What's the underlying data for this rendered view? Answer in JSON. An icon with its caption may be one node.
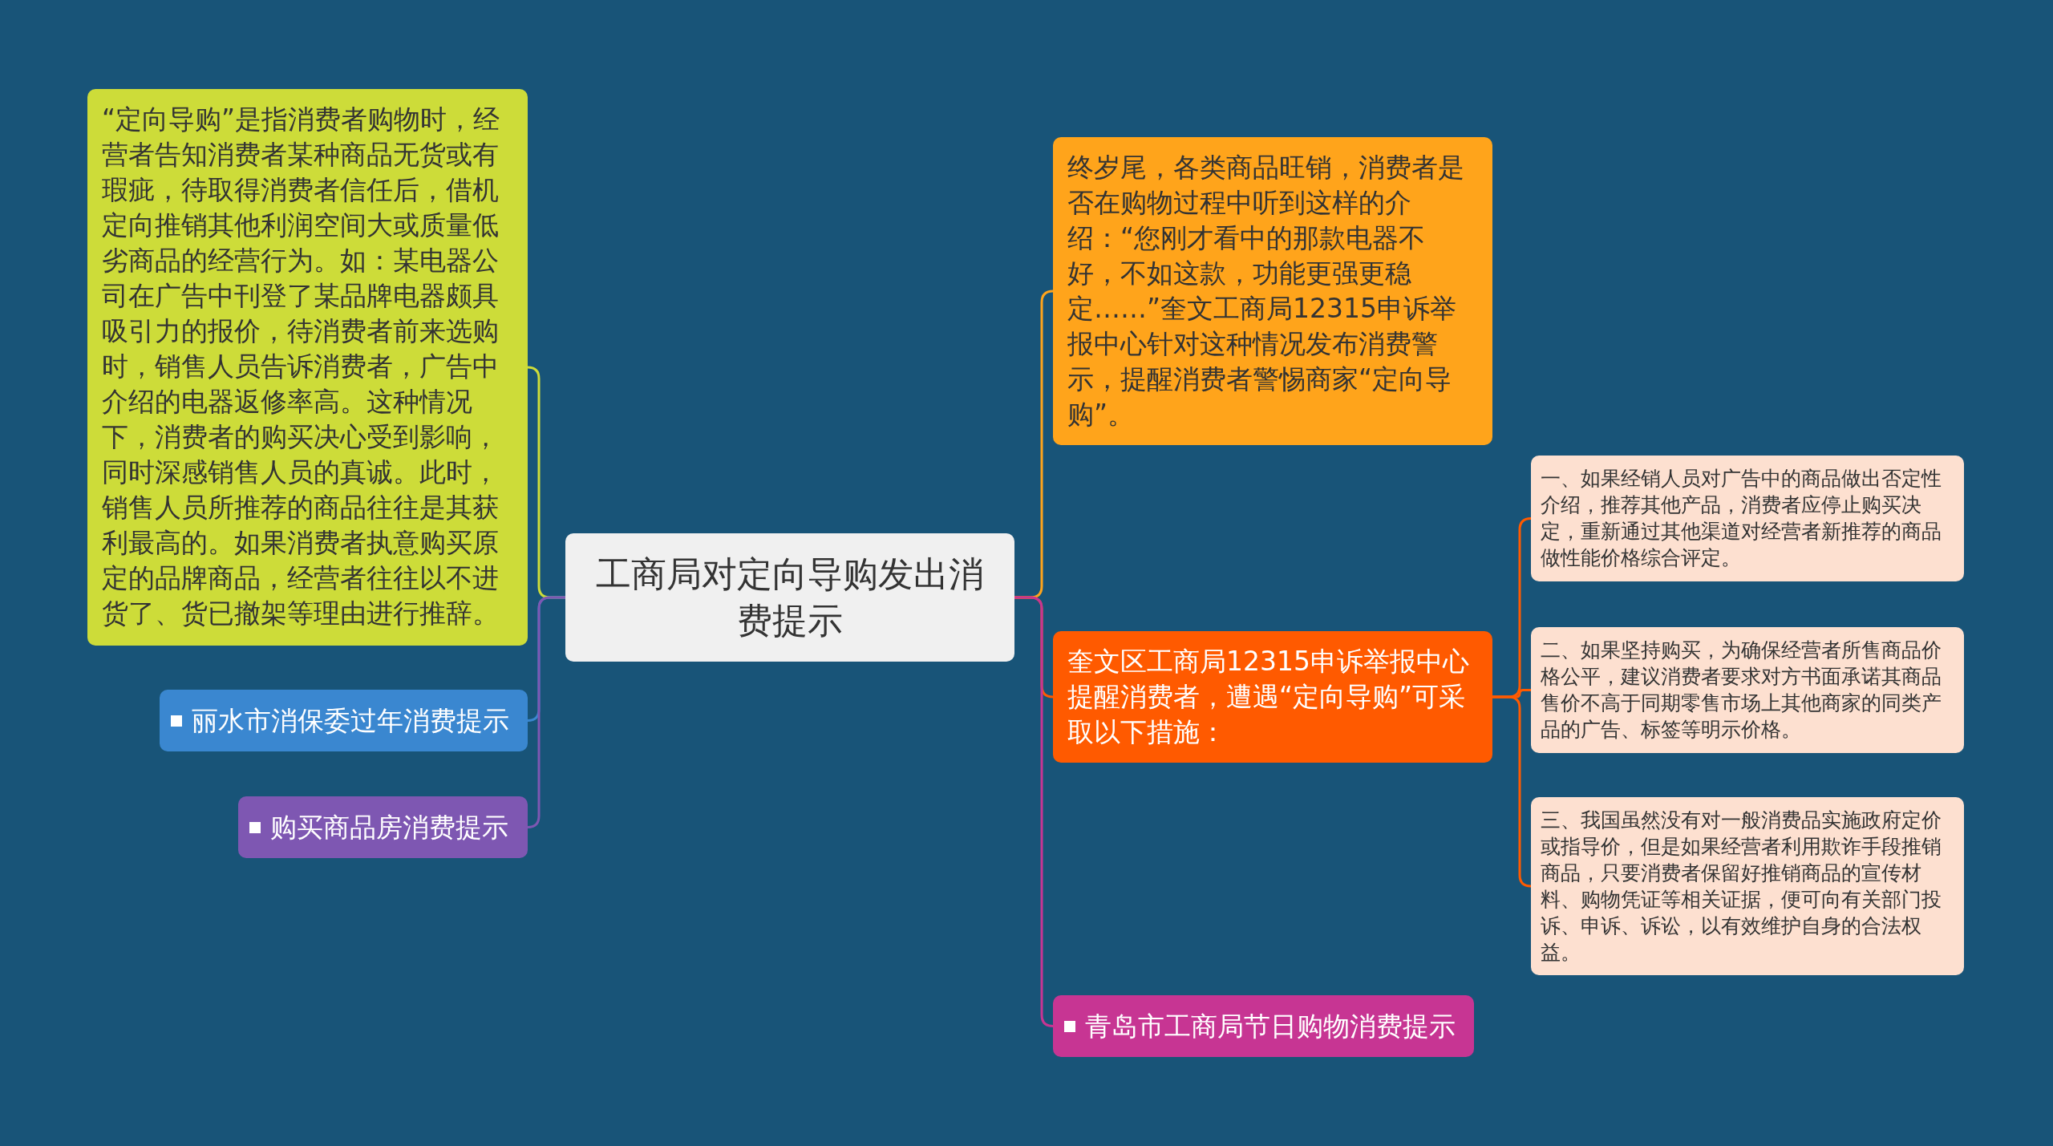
{
  "diagram": {
    "nodes": [
      {
        "text": [
          "工商局对定向导购发出消费提示"
        ]
      },
      {
        "text": [
          "“定向导购”是指消费者购物时，经营者告知消费者某种商品无货或有瑕疵，待取得消费者信任后，借机定向推销其他利润空间大或质量低劣商品的经营行为。如：某电器公司在广告中刊登了某品牌电器颇具吸引力的报价，待消费者前来选购时，销售人员告诉消费者，广告中介绍的电器返修率高。这种情况下，消费者的购买决心受到影响，同时深感销售人员的真诚。此时，销售人员所推荐的商品往往是其获利最高的。如果消费者执意购买原定的品牌商品，经营者往往以不进货了、货已撤架等理由进行推辞。"
        ]
      },
      {
        "text": [
          "丽水市消保委过年消费提示"
        ]
      },
      {
        "text": [
          "购买商品房消费提示"
        ]
      },
      {
        "text": [
          "终岁尾，各类商品旺销，消费者是否在购物过程中听到这样的介绍：“您刚才看中的那款电器不好，不如这款，功能更强更稳定……”奎文工商局12315申诉举报中心针对这种情况发布消费警示，提醒消费者警惕商家“定向导购”。"
        ]
      },
      {
        "text": [
          "奎文区工商局12315申诉举报中心提醒消费者，遭遇“定向导购”可采取以下措施："
        ]
      },
      {
        "text": [
          "一、如果经销人员对广告中的商品做出否定性介绍，推荐其他产品，消费者应停止购买决定，重新通过其他渠道对经营者新推荐的商品做性能价格综合评定。"
        ]
      },
      {
        "text": [
          "二、如果坚持购买，为确保经营者所售商品价格公平，建议消费者要求对方书面承诺其商品售价不高于同期零售市场上其他商家的同类产品的广告、标签等明示价格。"
        ]
      },
      {
        "text": [
          "三、我国虽然没有对一般消费品实施政府定价或指导价，但是如果经营者利用欺诈手段推销商品，只要消费者保留好推销商品的宣传材料、购物凭证等相关证据，便可向有关部门投诉、申诉、诉讼，以有效维护自身的合法权益。"
        ]
      },
      {
        "text": [
          "青岛市工商局节日购物消费提示"
        ]
      }
    ],
    "edges": [
      {
        "from": 0,
        "to": 1,
        "arrow": "none",
        "color": "#cddc39"
      },
      {
        "from": 0,
        "to": 2,
        "arrow": "none",
        "color": "#3a87d0"
      },
      {
        "from": 0,
        "to": 3,
        "arrow": "none",
        "color": "#7e57b2"
      },
      {
        "from": 0,
        "to": 4,
        "arrow": "none",
        "color": "#ffa41b"
      },
      {
        "from": 0,
        "to": 5,
        "arrow": "none",
        "color": "#ff5a00"
      },
      {
        "from": 0,
        "to": 9,
        "arrow": "none",
        "color": "#c73593"
      },
      {
        "from": 5,
        "to": 6,
        "arrow": "none",
        "color": "#ff5a00"
      },
      {
        "from": 5,
        "to": 7,
        "arrow": "none",
        "color": "#ff5a00"
      },
      {
        "from": 5,
        "to": 8,
        "arrow": "none",
        "color": "#ff5a00"
      }
    ]
  }
}
